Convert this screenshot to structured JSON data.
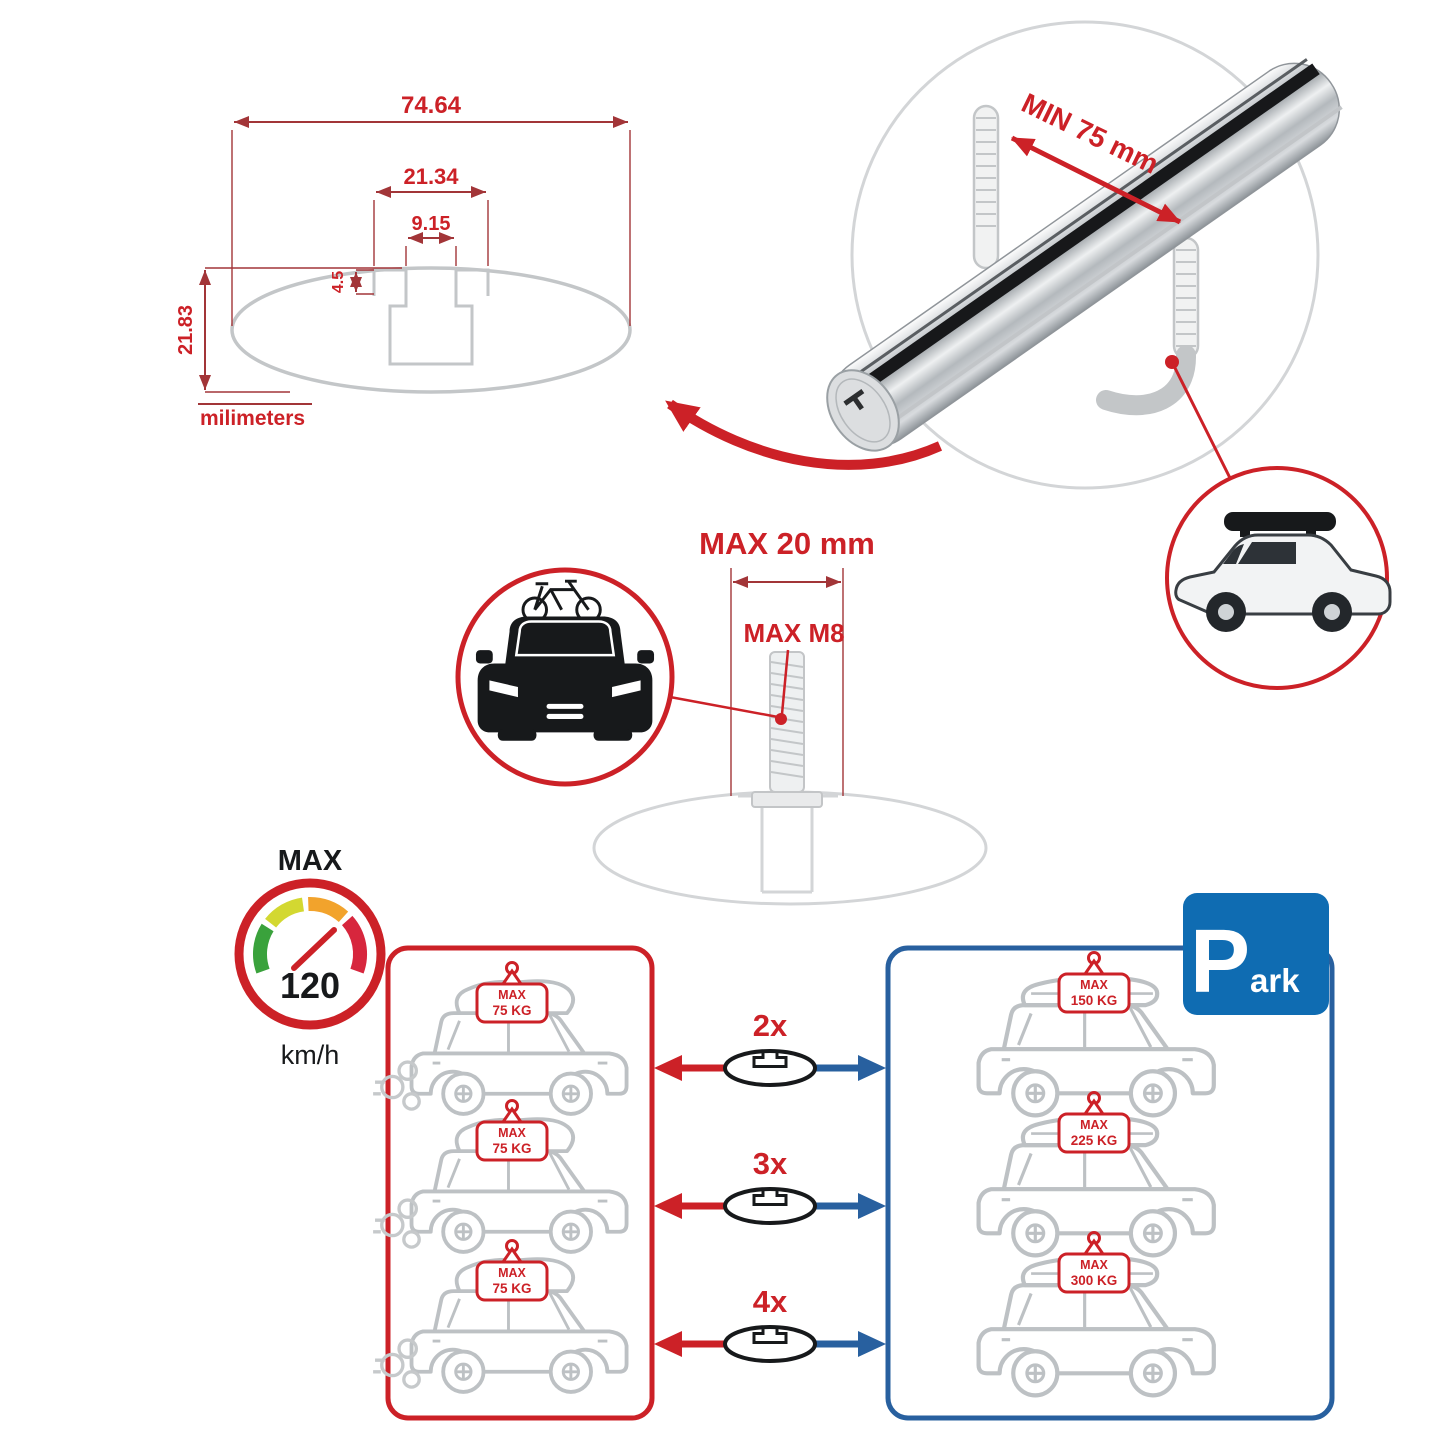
{
  "colors": {
    "red": "#cc2127",
    "dimline": "#a23538",
    "blue": "#28609f",
    "park-blue": "#0f6cb2",
    "gray": "#c3c6c8",
    "light-gray": "#d3d5d7",
    "dark": "#17191b",
    "car-gray": "#bdc1c4"
  },
  "profile_dimensions": {
    "total_width": "74.64",
    "slot_outer_width": "21.34",
    "slot_inner_width": "9.15",
    "slot_depth": "4.5",
    "total_height": "21.83",
    "units": "milimeters"
  },
  "clamp": {
    "min_grip": "MIN 75 mm"
  },
  "bolt": {
    "max_length": "MAX 20 mm",
    "max_thread": "MAX M8"
  },
  "speed": {
    "label": "MAX",
    "value": "120",
    "unit": "km/h"
  },
  "rows": [
    {
      "multiplier": "2x",
      "left_tag": {
        "l1": "MAX",
        "l2": "75 KG"
      },
      "right_tag": {
        "l1": "MAX",
        "l2": "150 KG"
      }
    },
    {
      "multiplier": "3x",
      "left_tag": {
        "l1": "MAX",
        "l2": "75 KG"
      },
      "right_tag": {
        "l1": "MAX",
        "l2": "225 KG"
      }
    },
    {
      "multiplier": "4x",
      "left_tag": {
        "l1": "MAX",
        "l2": "75 KG"
      },
      "right_tag": {
        "l1": "MAX",
        "l2": "300 KG"
      }
    }
  ],
  "park_sign": {
    "letter": "P",
    "rest": "ark"
  }
}
